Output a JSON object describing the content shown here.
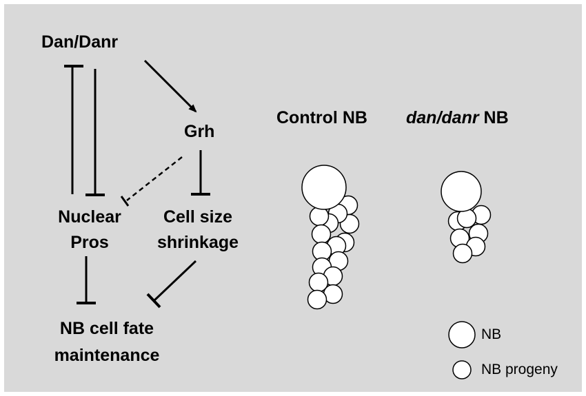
{
  "network": {
    "dan_danr": "Dan/Danr",
    "grh": "Grh",
    "nuclear_pros_line1": "Nuclear",
    "nuclear_pros_line2": "Pros",
    "cell_size_line1": "Cell size",
    "cell_size_line2": "shrinkage",
    "fate_line1": "NB cell fate",
    "fate_line2": "maintenance"
  },
  "clones": {
    "control_title": "Control NB",
    "mutant_title_italic": "dan/danr",
    "mutant_title_rest": " NB"
  },
  "legend": {
    "nb": "NB",
    "progeny": "NB progeny"
  },
  "colors": {
    "panel": "#d9d9d9",
    "ink": "#000000",
    "cell_fill": "#ffffff"
  }
}
